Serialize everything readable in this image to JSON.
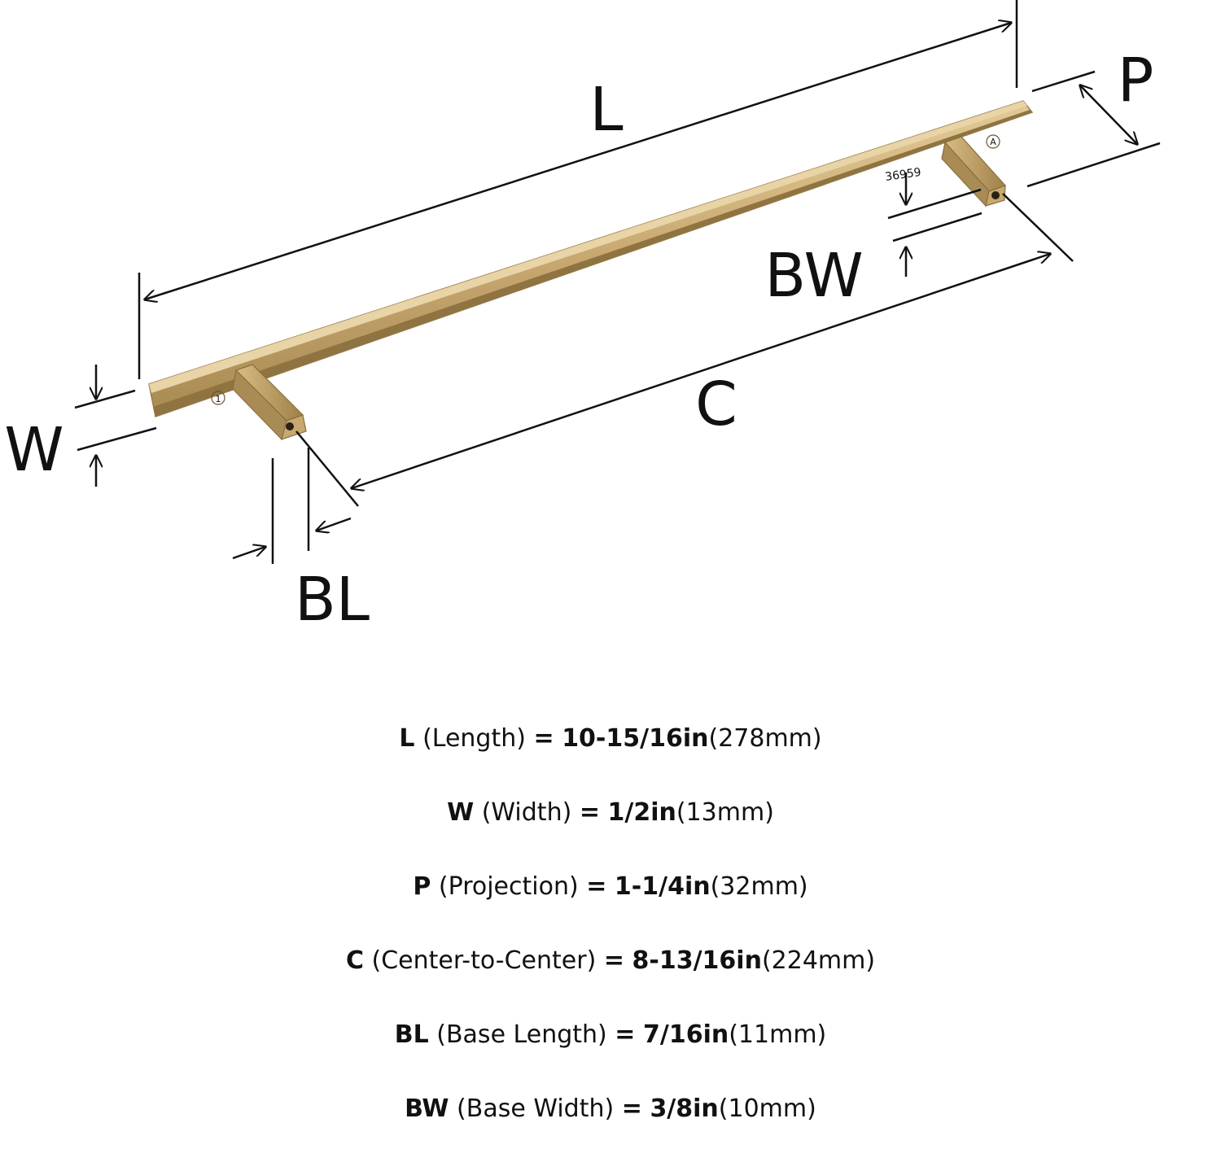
{
  "diagram": {
    "labels": {
      "L": "L",
      "P": "P",
      "BW": "BW",
      "W": "W",
      "C": "C",
      "BL": "BL"
    },
    "part_number": "36959",
    "mark_left": "1",
    "mark_right": "A",
    "finish_color": "#c8a870"
  },
  "specs": [
    {
      "code": "L",
      "name": "(Length)",
      "eq": "=",
      "imperial": "10-15/16in",
      "metric": "(278mm)"
    },
    {
      "code": "W",
      "name": "(Width)",
      "eq": "=",
      "imperial": "1/2in",
      "metric": "(13mm)"
    },
    {
      "code": "P",
      "name": "(Projection)",
      "eq": "=",
      "imperial": "1-1/4in",
      "metric": "(32mm)"
    },
    {
      "code": "C",
      "name": "(Center-to-Center)",
      "eq": "=",
      "imperial": "8-13/16in",
      "metric": "(224mm)"
    },
    {
      "code": "BL",
      "name": "(Base Length)",
      "eq": "=",
      "imperial": "7/16in",
      "metric": "(11mm)"
    },
    {
      "code": "BW",
      "name": "(Base Width)",
      "eq": "=",
      "imperial": "3/8in",
      "metric": "(10mm)"
    }
  ]
}
